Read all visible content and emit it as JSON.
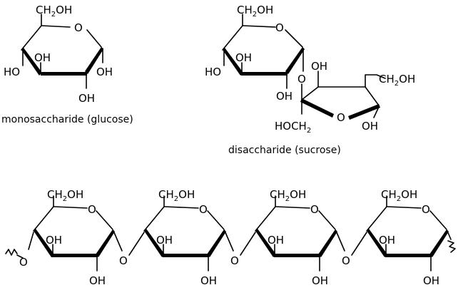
{
  "labels": {
    "ring_oxygen": "O",
    "hydroxyl": "OH",
    "hydroxyl_left": "HO",
    "ch2oh": "CH",
    "ch2oh_sub": "2",
    "ch2oh_tail": "OH",
    "hoch2_head": "HOCH",
    "hoch2_sub": "2",
    "glycosidic_oxygen": "O"
  },
  "captions": {
    "glucose": "monosaccharide (glucose)",
    "sucrose": "disaccharide (sucrose)"
  }
}
